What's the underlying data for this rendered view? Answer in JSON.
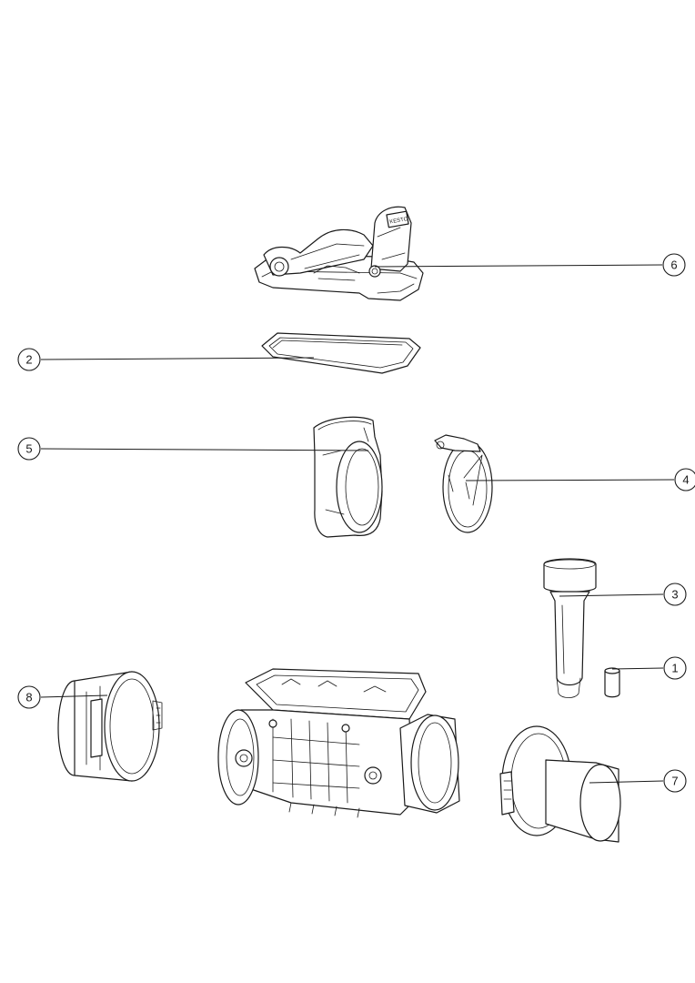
{
  "diagram": {
    "callouts": [
      {
        "id": "callout-1",
        "label": "1"
      },
      {
        "id": "callout-2",
        "label": "2"
      },
      {
        "id": "callout-3",
        "label": "3"
      },
      {
        "id": "callout-4",
        "label": "4"
      },
      {
        "id": "callout-5",
        "label": "5"
      },
      {
        "id": "callout-6",
        "label": "6"
      },
      {
        "id": "callout-7",
        "label": "7"
      },
      {
        "id": "callout-8",
        "label": "8"
      }
    ],
    "part_markings": {
      "cover_lever_text": "KESTO"
    }
  },
  "colors": {
    "line": "#1a1a1a",
    "background": "#ffffff"
  }
}
